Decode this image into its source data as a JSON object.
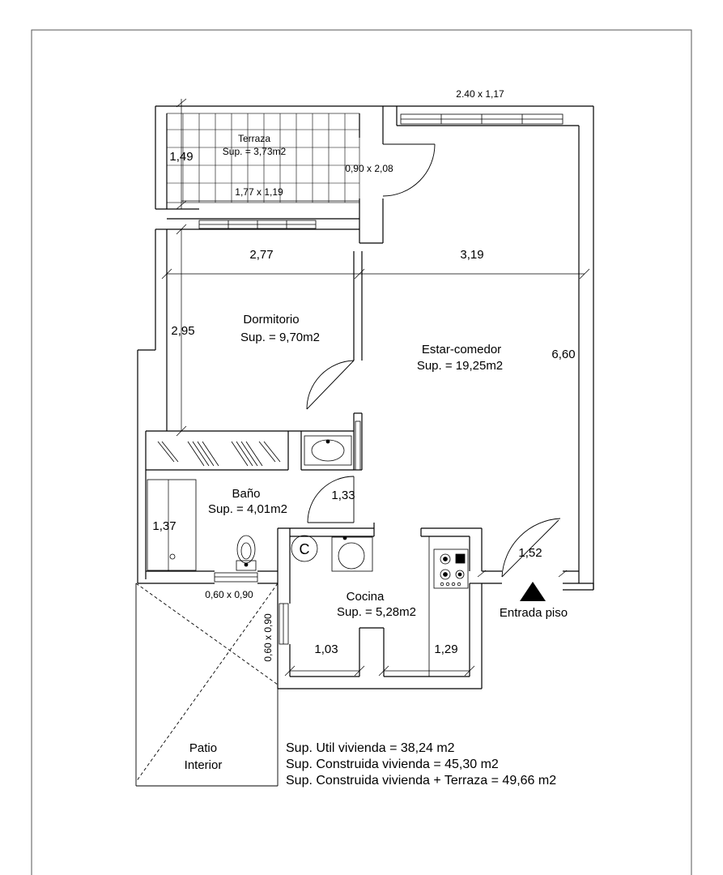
{
  "rooms": {
    "terraza": {
      "name": "Terraza",
      "area": "Sup. = 3,73m2"
    },
    "dormitorio": {
      "name": "Dormitorio",
      "area": "Sup. = 9,70m2"
    },
    "estar": {
      "name": "Estar-comedor",
      "area": "Sup. = 19,25m2"
    },
    "bano": {
      "name": "Baño",
      "area": "Sup. = 4,01m2"
    },
    "cocina": {
      "name": "Cocina",
      "area": "Sup. = 5,28m2"
    },
    "patio": {
      "line1": "Patio",
      "line2": "Interior"
    }
  },
  "dimensions": {
    "window_top": "2.40 x 1,17",
    "terraza_height": "1,49",
    "door_terraza": "0,90 x 2,08",
    "window_terraza": "1,77 x 1,19",
    "dormitorio_width": "2,77",
    "estar_width": "3,19",
    "dormitorio_depth": "2,95",
    "estar_depth": "6,60",
    "hall": "1,33",
    "bano_depth": "1,37",
    "entry": "1,52",
    "window_bano": "0,60 x 0,90",
    "window_cocina": "0,60 x 0,90",
    "cocina_a": "1,03",
    "cocina_b": "1,29"
  },
  "entry_label": "Entrada piso",
  "boiler_label": "C",
  "summary": {
    "line1": "Sup. Util vivienda =  38,24 m2",
    "line2": "Sup. Construida vivienda =  45,30 m2",
    "line3": "Sup. Construida vivienda + Terraza =  49,66 m2"
  }
}
